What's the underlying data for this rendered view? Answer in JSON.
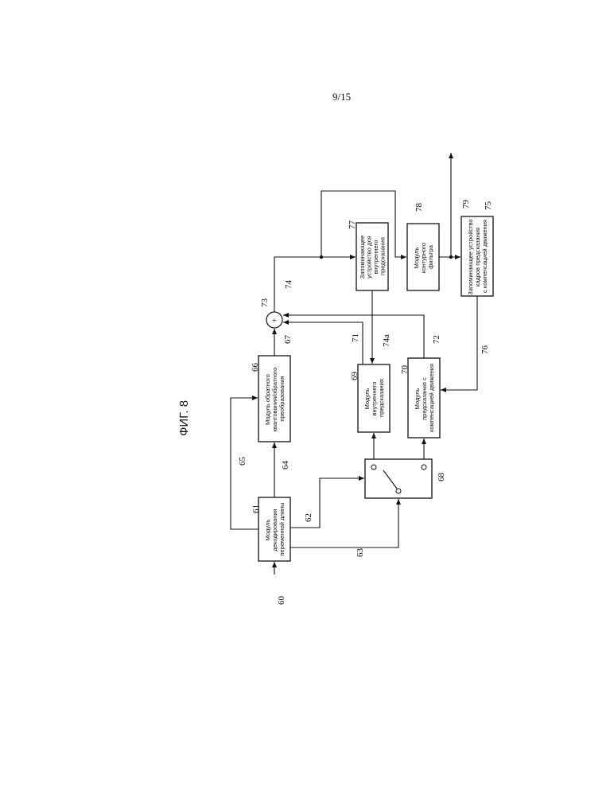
{
  "page_number": "9/15",
  "figure_title": "ФИГ. 8",
  "blocks": {
    "b61": {
      "ref": "61",
      "lines": [
        "Модуль",
        "декодирования",
        "переменной длины"
      ]
    },
    "b66": {
      "ref": "66",
      "lines": [
        "Модуль обратного",
        "квантования/обратного",
        "преобразования"
      ]
    },
    "b69": {
      "ref": "69",
      "lines": [
        "Модуль",
        "внутреннего",
        "предсказания"
      ]
    },
    "b70": {
      "ref": "70",
      "lines": [
        "Модуль",
        "предсказания  с",
        "компенсацией движения"
      ]
    },
    "b77": {
      "ref": "77",
      "lines": [
        "Запоминающее",
        "устройство для",
        "внутреннего",
        "предсказания"
      ]
    },
    "b78": {
      "ref": "78",
      "lines": [
        "Модуль",
        "контурного",
        "фильтра"
      ]
    },
    "b75": {
      "ref": "75",
      "lines": [
        "Запоминающее устройство",
        "кадров  предсказания",
        "с компенсацией движения"
      ]
    },
    "switch": {
      "ref": "68"
    },
    "adder": {
      "ref": "73",
      "symbol": "+"
    }
  },
  "signals": [
    "60",
    "62",
    "63",
    "64",
    "65",
    "67",
    "71",
    "72",
    "74",
    "74a",
    "76",
    "79"
  ]
}
